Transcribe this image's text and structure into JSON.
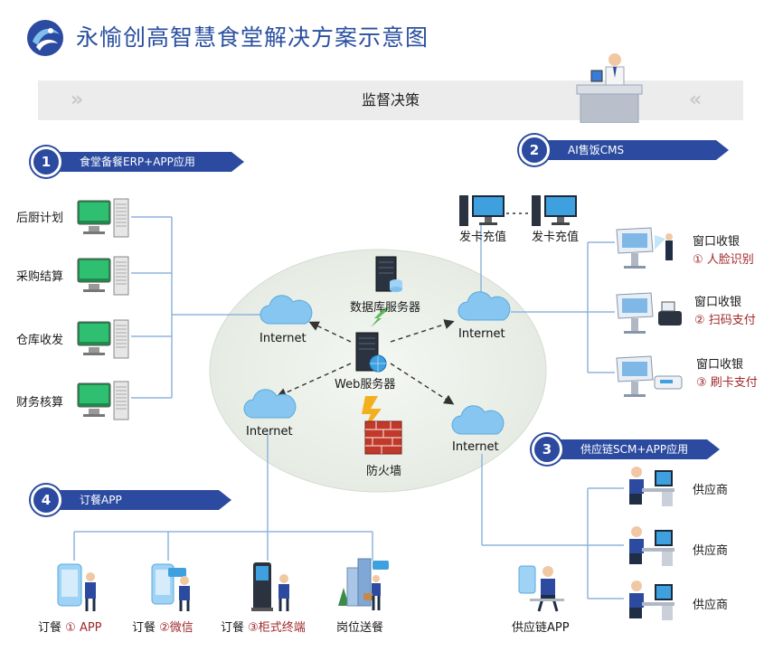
{
  "header": {
    "title": "永愉创高智慧食堂解决方案示意图"
  },
  "banner": {
    "label": "监督决策",
    "left_chevrons": "»",
    "right_chevrons": "«"
  },
  "sections": {
    "s1": {
      "number": "1",
      "title": "食堂备餐ERP+APP应用"
    },
    "s2": {
      "number": "2",
      "title": "AI售饭CMS"
    },
    "s3": {
      "number": "3",
      "title": "供应链SCM+APP应用"
    },
    "s4": {
      "number": "4",
      "title": "订餐APP"
    }
  },
  "erp_items": [
    "后厨计划",
    "采购结算",
    "仓库收发",
    "财务核算"
  ],
  "center": {
    "db_server": "数据库服务器",
    "web_server": "Web服务器",
    "firewall": "防火墙",
    "internet": "Internet"
  },
  "cms": {
    "card_terminals": [
      "发卡充值",
      "发卡充值"
    ],
    "windows": [
      {
        "title": "窗口收银",
        "method": "① 人脸识别"
      },
      {
        "title": "窗口收银",
        "method": "② 扫码支付"
      },
      {
        "title": "窗口收银",
        "method": "③ 刷卡支付"
      }
    ]
  },
  "scm": {
    "suppliers": [
      "供应商",
      "供应商",
      "供应商"
    ],
    "app": "供应链APP"
  },
  "ordering": {
    "items": [
      {
        "prefix": "订餐",
        "suffix": "① APP"
      },
      {
        "prefix": "订餐",
        "suffix": "②微信"
      },
      {
        "prefix": "订餐",
        "suffix": "③柜式终端"
      },
      {
        "prefix": "",
        "suffix": "岗位送餐"
      }
    ]
  },
  "colors": {
    "brand": "#2c4ba0",
    "line": "#8fb4de",
    "accent_red": "#a0282a",
    "cloud": "#7fbfee"
  }
}
